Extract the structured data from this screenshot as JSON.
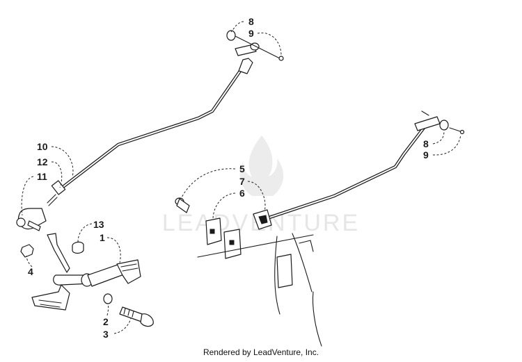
{
  "watermark": {
    "text": "LEADVENTURE",
    "logo_icon": "leadventure-flame-logo"
  },
  "footer": {
    "text": "Rendered by LeadVenture, Inc."
  },
  "callouts": {
    "top_8": "8",
    "top_9": "9",
    "right_8": "8",
    "right_9": "9",
    "c10": "10",
    "c12": "12",
    "c11": "11",
    "c5": "5",
    "c7": "7",
    "c6": "6",
    "c13": "13",
    "c1": "1",
    "c4": "4",
    "c2": "2",
    "c3": "3"
  }
}
